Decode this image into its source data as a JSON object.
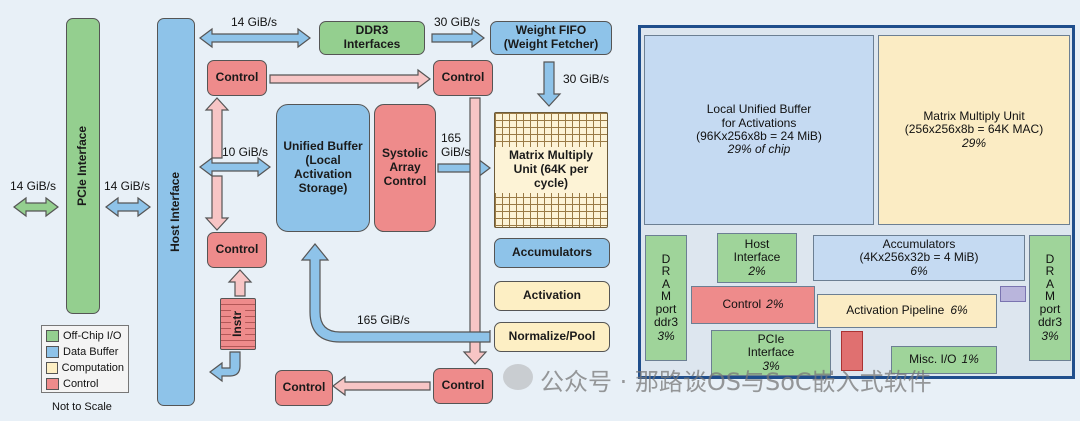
{
  "diagram": {
    "pcie_interface": "PCIe Interface",
    "host_interface": "Host Interface",
    "ddr3_interfaces": "DDR3 Interfaces",
    "weight_fifo": "Weight FIFO (Weight Fetcher)",
    "control": "Control",
    "unified_buffer": "Unified Buffer (Local Activation Storage)",
    "systolic_control": "Systolic Array Control",
    "matrix_unit": "Matrix Multiply Unit (64K per cycle)",
    "accumulators": "Accumulators",
    "activation": "Activation",
    "normalize_pool": "Normalize/Pool",
    "instr": "Instr",
    "bw_14_left": "14 GiB/s",
    "bw_14_mid": "14 GiB/s",
    "bw_14_top": "14 GiB/s",
    "bw_30_top": "30 GiB/s",
    "bw_30_right": "30 GiB/s",
    "bw_10": "10 GiB/s",
    "bw_165_a": "165 GiB/s",
    "bw_165_b": "165 GiB/s",
    "legend": [
      "Off-Chip I/O",
      "Data Buffer",
      "Computation",
      "Control"
    ],
    "not_to_scale": "Not to Scale"
  },
  "floorplan": {
    "lub": {
      "l1": "Local Unified Buffer",
      "l2": "for Activations",
      "l3": "(96Kx256x8b = 24 MiB)",
      "pct": "29% of chip"
    },
    "mmu": {
      "l1": "Matrix Multiply Unit",
      "l2": "(256x256x8b = 64K MAC)",
      "pct": "29%"
    },
    "dram_left": {
      "l1": "D R A M",
      "l2": "port",
      "l3": "ddr3",
      "pct": "3%"
    },
    "dram_right": {
      "l1": "D R A M",
      "l2": "port",
      "l3": "ddr3",
      "pct": "3%"
    },
    "host": {
      "l1": "Host",
      "l2": "Interface",
      "pct": "2%"
    },
    "accum": {
      "l1": "Accumulators",
      "l2": "(4Kx256x32b = 4 MiB)",
      "pct": "6%"
    },
    "control": {
      "l1": "Control",
      "pct": "2%"
    },
    "act_pipe": {
      "l1": "Activation Pipeline",
      "pct": "6%"
    },
    "pcie": {
      "l1": "PCIe",
      "l2": "Interface",
      "pct": "3%"
    },
    "misc": {
      "l1": "Misc. I/O",
      "pct": "1%"
    }
  },
  "watermark": "公众号 · 那路谈OS与SoC嵌入式软件",
  "colors": {
    "green": "#94cf8f",
    "blue": "#8ec3e9",
    "red": "#ee8b8b",
    "yellow": "#fdefc4",
    "lub": "#c5daf2",
    "mmu": "#fbecc4",
    "frame": "#1f4e8c"
  }
}
